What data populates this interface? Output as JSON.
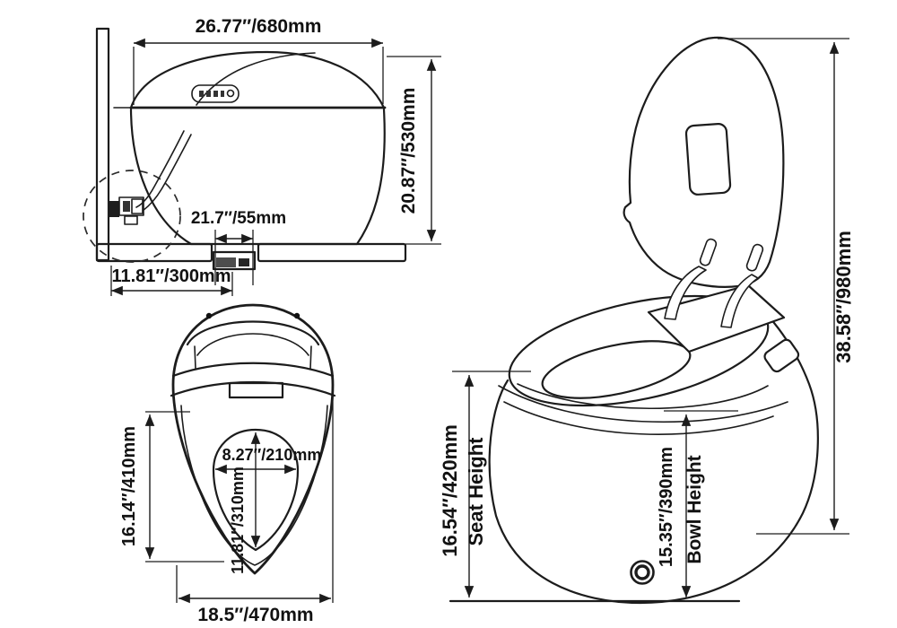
{
  "diagram": {
    "type": "technical-dimension-drawing",
    "subject": "egg-shaped smart bidet toilet",
    "colors": {
      "line": "#1c1c1c",
      "background": "#ffffff",
      "dark_fill": "#3a3a3a"
    },
    "side_view": {
      "overall_width": "26.77″/680mm",
      "overall_height": "20.87″/530mm",
      "drain_width": "21.7″/55mm",
      "wall_to_drain": "11.81″/300mm"
    },
    "top_view": {
      "seat_depth": "16.14″/410mm",
      "bowl_opening_width": "8.27″/210mm",
      "bowl_opening_depth": "11.81″/310mm",
      "overall_width": "18.5″/470mm"
    },
    "perspective_view": {
      "open_lid_height": "38.58″/980mm",
      "seat_height_value": "16.54″/420mm",
      "seat_height_label": "Seat Height",
      "bowl_height_value": "15.35″/390mm",
      "bowl_height_label": "Bowl Height"
    }
  }
}
